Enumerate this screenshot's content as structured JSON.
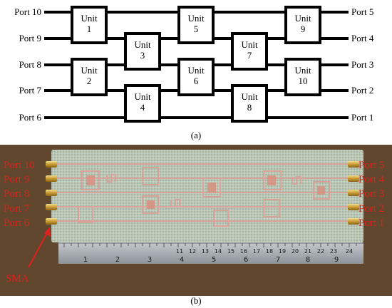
{
  "diagram": {
    "units": [
      {
        "id": "u1",
        "label": "Unit\n1"
      },
      {
        "id": "u2",
        "label": "Unit\n2"
      },
      {
        "id": "u3",
        "label": "Unit\n3"
      },
      {
        "id": "u4",
        "label": "Unit\n4"
      },
      {
        "id": "u5",
        "label": "Unit\n5"
      },
      {
        "id": "u6",
        "label": "Unit\n6"
      },
      {
        "id": "u7",
        "label": "Unit\n7"
      },
      {
        "id": "u8",
        "label": "Unit\n8"
      },
      {
        "id": "u9",
        "label": "Unit\n9"
      },
      {
        "id": "u10",
        "label": "Unit\n10"
      }
    ],
    "left_ports": [
      "Port 10",
      "Port 9",
      "Port 8",
      "Port 7",
      "Port 6"
    ],
    "right_ports": [
      "Port 5",
      "Port 4",
      "Port 3",
      "Port 2",
      "Port 1"
    ],
    "caption": "(a)"
  },
  "photo": {
    "left_ports": [
      "Port 10",
      "Port 9",
      "Port 8",
      "Port 7",
      "Port 6"
    ],
    "right_ports": [
      "Port 5",
      "Port 4",
      "Port 3",
      "Port 2",
      "Port 1"
    ],
    "sma_label": "SMA",
    "ruler_top": [
      "11",
      "12",
      "13",
      "14",
      "15",
      "16",
      "17",
      "18",
      "19",
      "20",
      "21",
      "22",
      "23",
      "24"
    ],
    "ruler_bottom": [
      "1",
      "2",
      "3",
      "4",
      "5",
      "6",
      "7",
      "8",
      "9"
    ],
    "label_color": "#e0201a",
    "caption": "(b)"
  }
}
